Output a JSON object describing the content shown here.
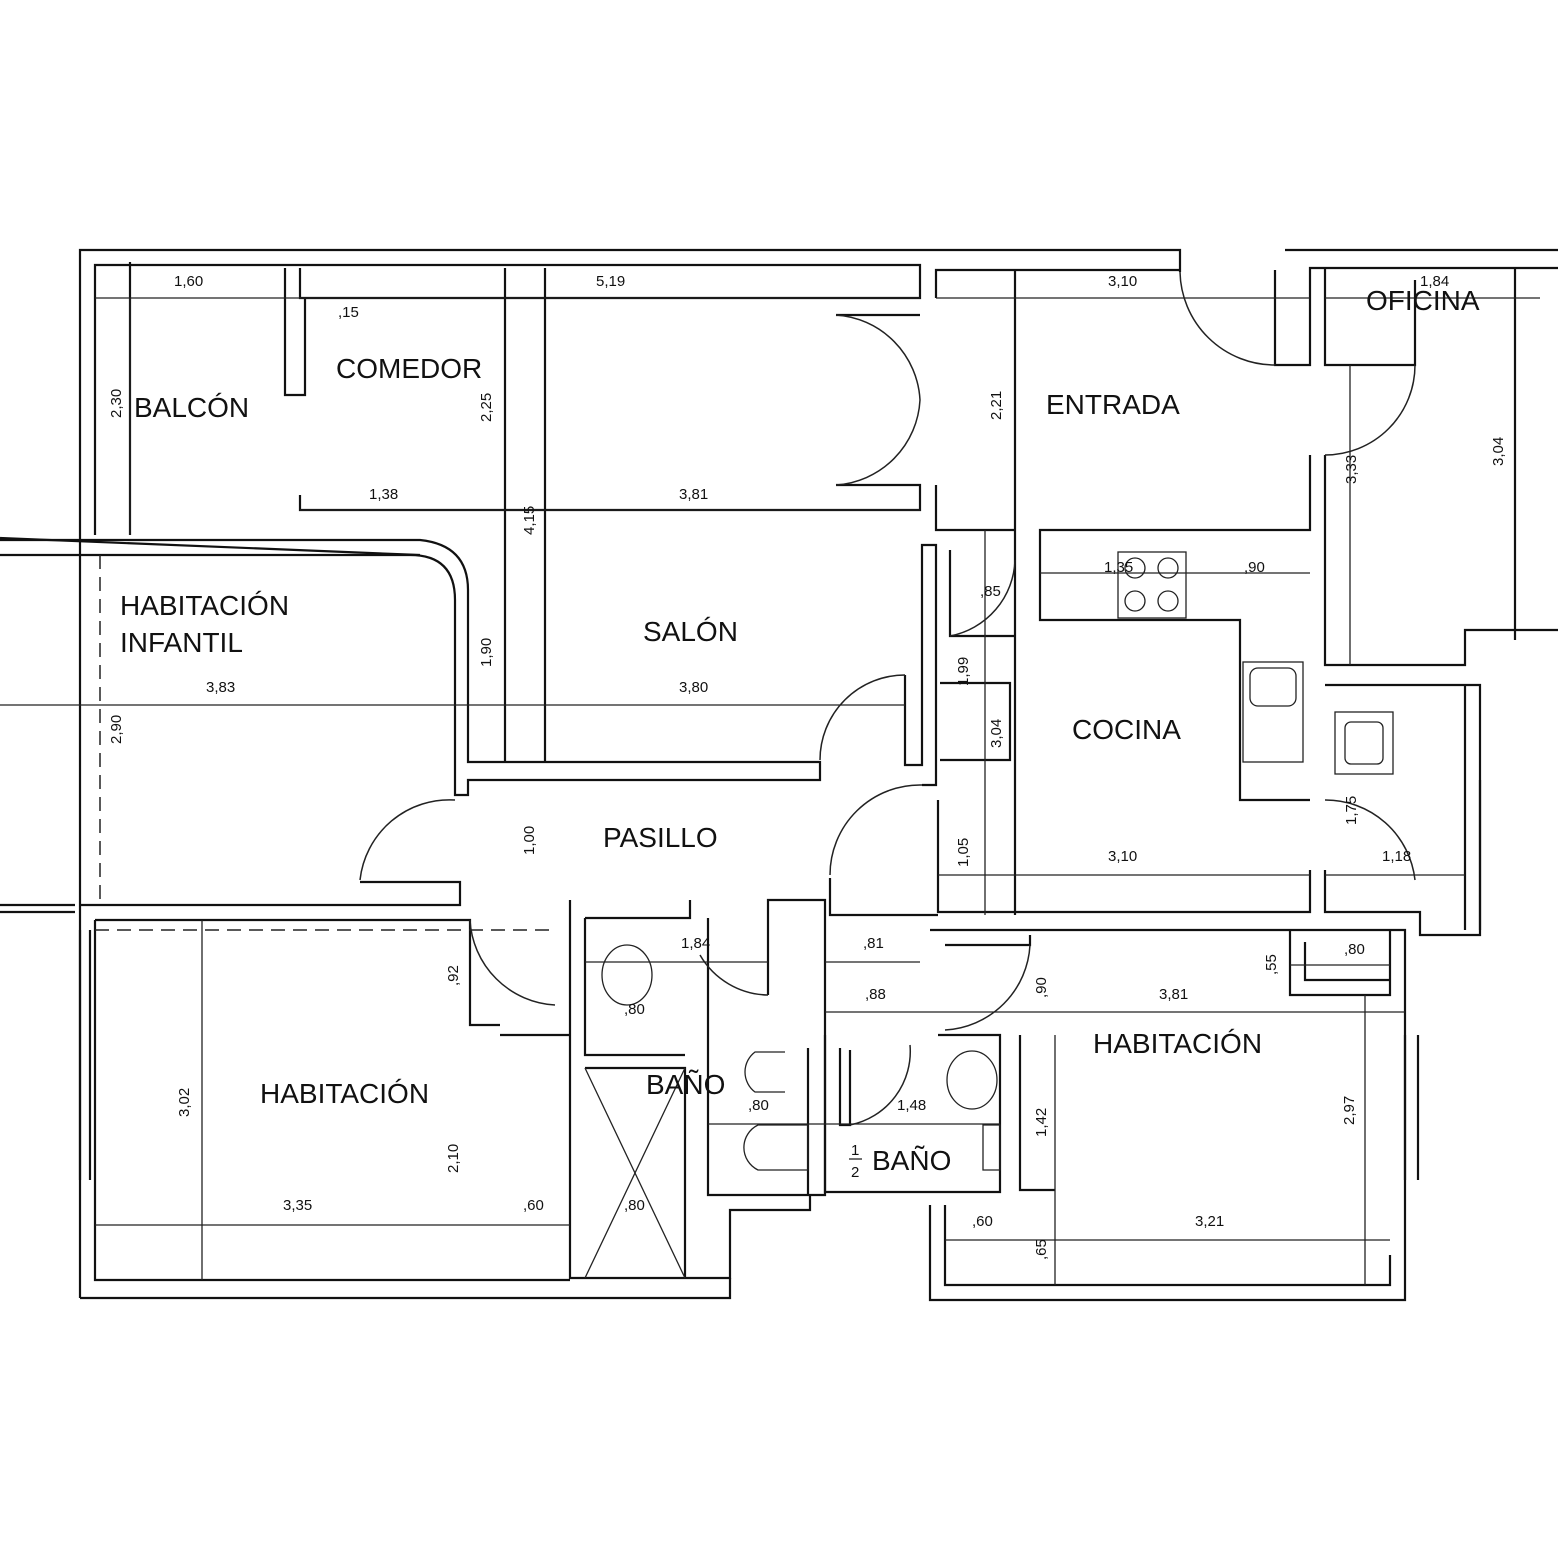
{
  "rooms": {
    "balcon": "BALCÓN",
    "comedor": "COMEDOR",
    "entrada": "ENTRADA",
    "oficina": "OFICINA",
    "habitacion_infantil_1": "HABITACIÓN",
    "habitacion_infantil_2": "INFANTIL",
    "salon": "SALÓN",
    "cocina": "COCINA",
    "pasillo": "PASILLO",
    "habitacion_1": "HABITACIÓN",
    "bano": "BAÑO",
    "medio_bano_frac_num": "1",
    "medio_bano_frac_den": "2",
    "medio_bano": "BAÑO",
    "habitacion_2": "HABITACIÓN"
  },
  "dimensions": {
    "h": [
      "1,60",
      "5,19",
      "3,10",
      "1,84",
      ",15",
      "1,38",
      "3,81",
      "1,35",
      ",90",
      "3,83",
      "3,80",
      "3,10",
      "1,18",
      "1,84",
      ",81",
      ",88",
      "3,81",
      ",80",
      ",80",
      ",80",
      "1,48",
      "3,35",
      ",60",
      ",80",
      ",60",
      "3,21",
      ",85"
    ],
    "v": [
      "2,30",
      "2,25",
      "4,15",
      "2,21",
      "3,33",
      "3,04",
      "1,90",
      "1,99",
      "3,04",
      "2,90",
      "1,00",
      "1,05",
      "1,75",
      ",92",
      ",90",
      ",55",
      "3,02",
      "2,10",
      "1,42",
      "2,97",
      ",65"
    ]
  }
}
